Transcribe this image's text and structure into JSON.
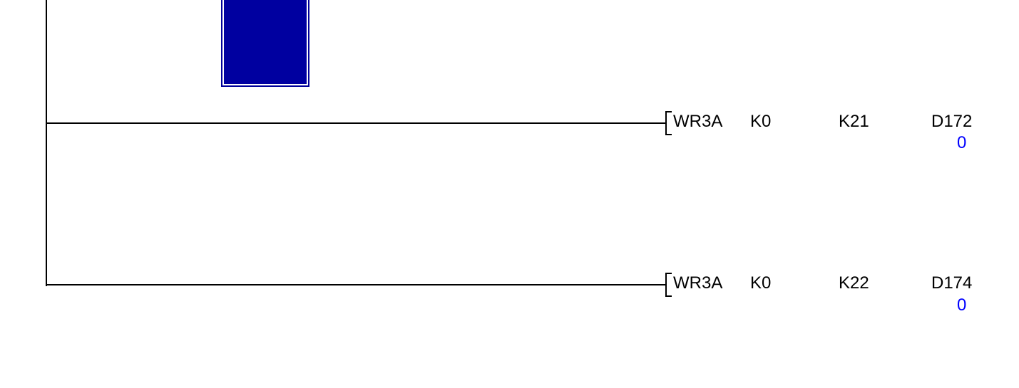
{
  "colors": {
    "background": "#ffffff",
    "wire": "#000000",
    "text": "#000000",
    "monitor_value": "#0000ff",
    "cursor_fill": "#0000a0",
    "cursor_border": "#000099",
    "cursor_inner": "#ffffff"
  },
  "ladder": {
    "rungs": [
      {
        "instruction": "WR3A",
        "operands": [
          "K0",
          "K21",
          "D172"
        ],
        "monitor_value": "0"
      },
      {
        "instruction": "WR3A",
        "operands": [
          "K0",
          "K22",
          "D174"
        ],
        "monitor_value": "0"
      }
    ]
  }
}
